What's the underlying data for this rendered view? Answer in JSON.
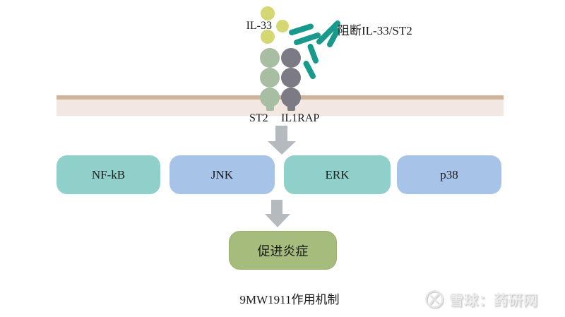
{
  "diagram": {
    "ligand": {
      "label": "IL-33",
      "color": "#d4d873",
      "dot_count": 3
    },
    "antibody": {
      "label": "阻断IL-33/ST2",
      "icon": "antibody-icon",
      "color": "#18998c"
    },
    "membrane": {
      "edge_color": "#cdb49b",
      "body_color": "#f3e7e2"
    },
    "receptors": [
      {
        "label": "ST2",
        "color": "#a8bea3"
      },
      {
        "label": "IL1RAP",
        "color": "#7b7a85"
      }
    ],
    "arrow_color": "#b4babd",
    "pathways": [
      {
        "label": "NF-kB",
        "color": "#90d0cb"
      },
      {
        "label": "JNK",
        "color": "#a7c4e8"
      },
      {
        "label": "ERK",
        "color": "#90d0cb"
      },
      {
        "label": "p38",
        "color": "#a7c4e8"
      }
    ],
    "outcome": {
      "label": "促进炎症",
      "color": "#a5bc7c"
    },
    "caption": "9MW1911作用机制"
  },
  "watermark": {
    "logo": "xueqiu-logo-icon",
    "text": "雪球：药研网"
  }
}
